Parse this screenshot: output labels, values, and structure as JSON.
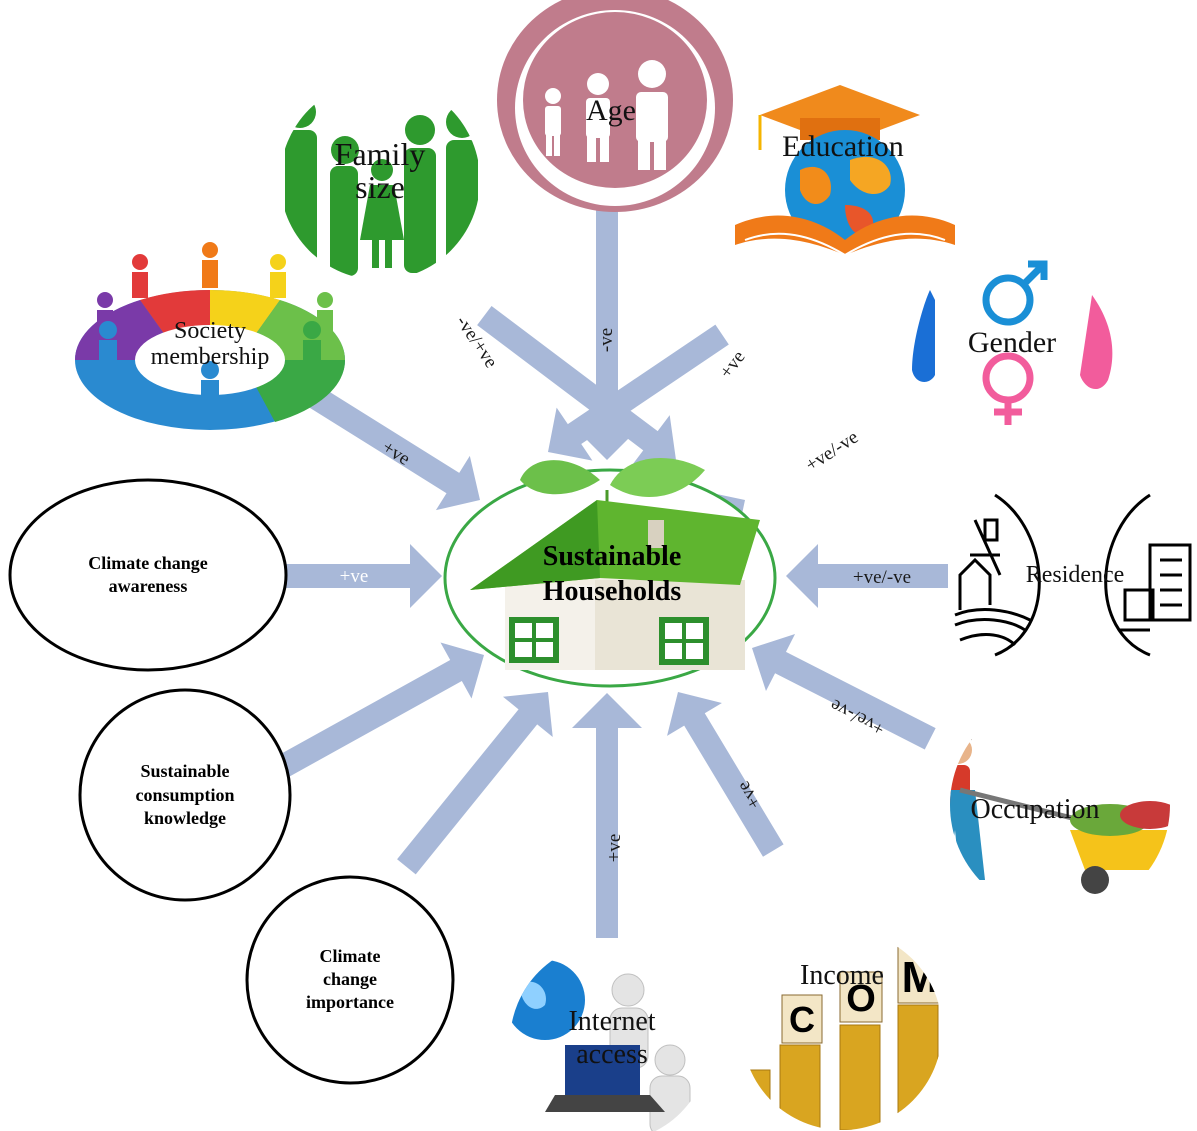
{
  "center": {
    "title_line1": "Sustainable",
    "title_line2": "Households",
    "border_color": "#3aa845"
  },
  "arrow_color": "#a8b8d8",
  "factors": {
    "age": {
      "label": "Age",
      "effect": "-ve",
      "color": "#c07c8c"
    },
    "family_size": {
      "label_line1": "Family",
      "label_line2": "size",
      "effect": "-ve/+ve",
      "color": "#2e9a2e"
    },
    "education": {
      "label": "Education",
      "effect": "+ve"
    },
    "gender": {
      "label": "Gender",
      "effect": "+ve/-ve"
    },
    "residence": {
      "label": "Residence",
      "effect": "+ve/-ve"
    },
    "occupation": {
      "label": "Occupation",
      "effect": "+ve/-ve"
    },
    "income": {
      "label": "Income",
      "effect": "+ve",
      "letters": [
        "C",
        "O",
        "M"
      ]
    },
    "internet_access": {
      "label_line1": "Internet",
      "label_line2": "access",
      "effect": "+ve"
    },
    "society_membership": {
      "label_line1": "Society",
      "label_line2": "membership",
      "effect": "+ve"
    },
    "climate_change_awareness": {
      "label_line1": "Climate change",
      "label_line2": "awareness",
      "effect": "+ve"
    },
    "sustainable_consumption_knowledge": {
      "label_line1": "Sustainable",
      "label_line2": "consumption",
      "label_line3": "knowledge"
    },
    "climate_change_importance": {
      "label_line1": "Climate",
      "label_line2": "change",
      "label_line3": "importance"
    }
  }
}
